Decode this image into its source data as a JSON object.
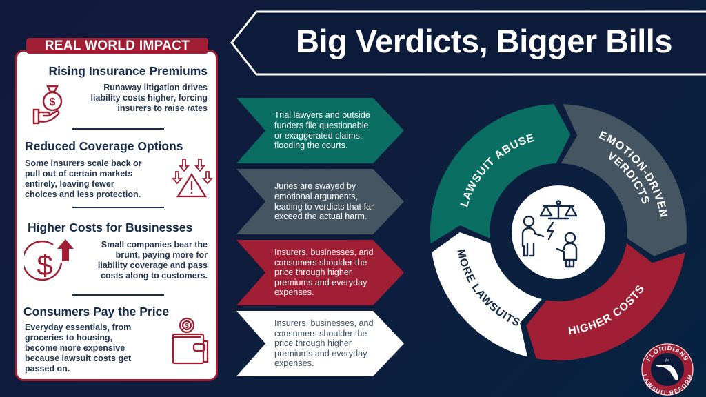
{
  "title": "Big Verdicts, Bigger Bills",
  "left_panel": {
    "badge": "REAL WORLD IMPACT",
    "items": [
      {
        "heading": "Rising Insurance Premiums",
        "body": "Runaway litigation drives\nliability costs higher, forcing\ninsurers to raise rates",
        "icon": "money-bag-hand-icon"
      },
      {
        "heading": "Reduced Coverage Options",
        "body": "Some insurers scale back or\npull out of certain markets\nentirely, leaving fewer\nchoices and less protection.",
        "icon": "warning-arrows-down-icon"
      },
      {
        "heading": "Higher Costs for Businesses",
        "body": "Small companies bear the\nbrunt, paying more for\nliability coverage and pass\ncosts along to customers.",
        "icon": "dollar-up-arrow-icon"
      },
      {
        "heading": "Consumers Pay the Price",
        "body": "Everyday essentials, from\ngroceries to housing,\nbecome more expensive\nbecause lawsuit costs get\npassed on.",
        "icon": "wallet-coin-icon"
      }
    ]
  },
  "steps": [
    {
      "text": "Trial lawyers and outside\nfunders file questionable\nor exaggerated claims,\nflooding the courts.",
      "color": "#0b6e62",
      "text_color": "#ffffff"
    },
    {
      "text": "Juries are swayed by\nemotional arguments,\nleading to verdicts that far\nexceed the actual harm.",
      "color": "#455561",
      "text_color": "#ffffff"
    },
    {
      "text": "Insurers, businesses, and\nconsumers shoulder the\nprice through higher\npremiums and everyday\nexpenses.",
      "color": "#a01f35",
      "text_color": "#ffffff"
    },
    {
      "text": "Insurers, businesses, and\nconsumers shoulder the\nprice through higher\npremiums and everyday\nexpenses.",
      "color": "#ffffff",
      "text_color": "#3d4f63"
    }
  ],
  "cycle": {
    "segments": [
      {
        "lines": [
          "LAWSUIT ABUSE"
        ],
        "color": "#0b6e62",
        "text_color": "#ffffff"
      },
      {
        "lines": [
          "EMOTION-DRIVEN",
          "VERDICTS"
        ],
        "color": "#455561",
        "text_color": "#ffffff"
      },
      {
        "lines": [
          "HIGHER COSTS"
        ],
        "color": "#a01f35",
        "text_color": "#ffffff"
      },
      {
        "lines": [
          "MORE LAWSUITS"
        ],
        "color": "#ffffff",
        "text_color": "#152a48"
      }
    ],
    "center_icon": "jury-dispute-scales-icon"
  },
  "logo": {
    "top": "FLORIDIANS",
    "middle": "for",
    "bottom": "LAWSUIT REFORM"
  }
}
